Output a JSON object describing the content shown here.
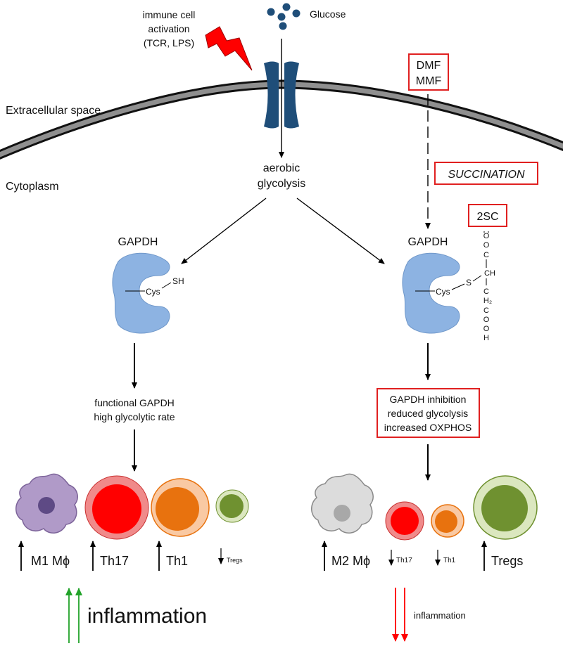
{
  "labels": {
    "activation": [
      "immune cell",
      "activation",
      "(TCR, LPS)"
    ],
    "glucose": "Glucose",
    "extracellular": "Extracellular space",
    "cytoplasm": "Cytoplasm",
    "aerobic": [
      "aerobic",
      "glycolysis"
    ],
    "dmf": [
      "DMF",
      "MMF"
    ],
    "succination": "SUCCINATION",
    "two_sc": "2SC",
    "gapdh_left": "GAPDH",
    "gapdh_right": "GAPDH",
    "cys_left": "Cys",
    "sh": "SH",
    "cys_right": "Cys",
    "s": "S",
    "chem": {
      "o_top": "O",
      "ooc": [
        "O",
        "O",
        "C"
      ],
      "ch": "CH",
      "c_mid": "C",
      "h2": "H₂",
      "chain": [
        "C",
        "O",
        "O",
        "H"
      ]
    },
    "functional": [
      "functional GAPDH",
      "high glycolytic rate"
    ],
    "inhibition": [
      "GAPDH inhibition",
      "reduced glycolysis",
      "increased OXPHOS"
    ],
    "left_cells": {
      "m1": "M1 Mϕ",
      "th17": "Th17",
      "th1": "Th1",
      "tregs": "Tregs"
    },
    "right_cells": {
      "m2": "M2 Mϕ",
      "th17": "Th17",
      "th1": "Th1",
      "tregs": "Tregs"
    },
    "inflammation_left": "inflammation",
    "inflammation_right": "inflammation"
  },
  "colors": {
    "membrane": "#8f8f8f",
    "channel": "#1f4e79",
    "glucose": "#1f4e79",
    "gapdh": "#8db3e2",
    "bolt": "#ff0000",
    "red_box": "#e02020",
    "m1_body": "#b09ac8",
    "m1_nucleus": "#5e4a85",
    "th17_outer": "#f08a8a",
    "th17_inner": "#ff0000",
    "th1_outer": "#f9c9a3",
    "th1_inner": "#e8720e",
    "tregs_outer": "#dbe7bf",
    "tregs_inner": "#6f9130",
    "m2_body": "#dcdcdc",
    "m2_nucleus": "#a8a8a8",
    "green_arrow": "#22a32a",
    "red_arrow": "#ff0000"
  }
}
